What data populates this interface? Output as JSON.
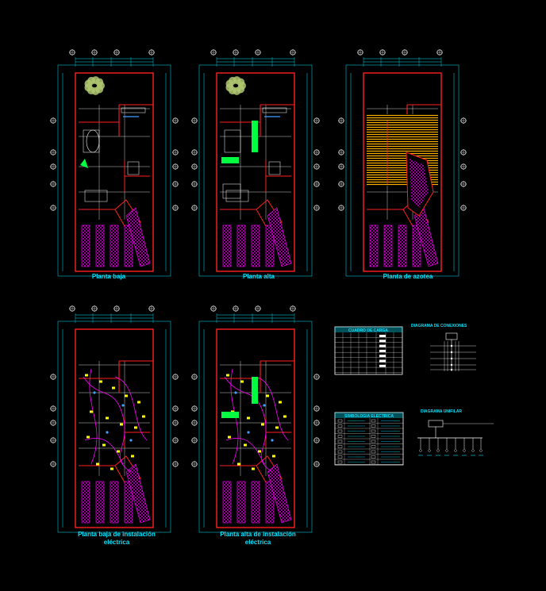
{
  "plans": {
    "ground_floor": "Planta baja",
    "upper_floor": "Planta alta",
    "roof": "Planta de azotea",
    "ground_electrical_line1": "Planta baja de instalación",
    "ground_electrical_line2": "eléctrica",
    "upper_electrical_line1": "Planta alta de instalación",
    "upper_electrical_line2": "eléctrica"
  },
  "tables": {
    "load_table_title": "CUADRO DE CARGA",
    "connection_diagram_title": "DIAGRAMA DE CONEXIONES",
    "symbology_title": "SIMBOLOGIA ELECTRICA",
    "single_line_title": "DIAGRAMA UNIFILAR"
  },
  "colors": {
    "wall": "#ff2020",
    "dimension": "#00e5ff",
    "structure": "#ffffff",
    "parking": "#ff00ff",
    "accent_green": "#00ff40",
    "roof_hatch": "#ffb000",
    "wiring": "#ff00ff",
    "fixtures": "#ffff00",
    "notes": "#40a0ff"
  }
}
